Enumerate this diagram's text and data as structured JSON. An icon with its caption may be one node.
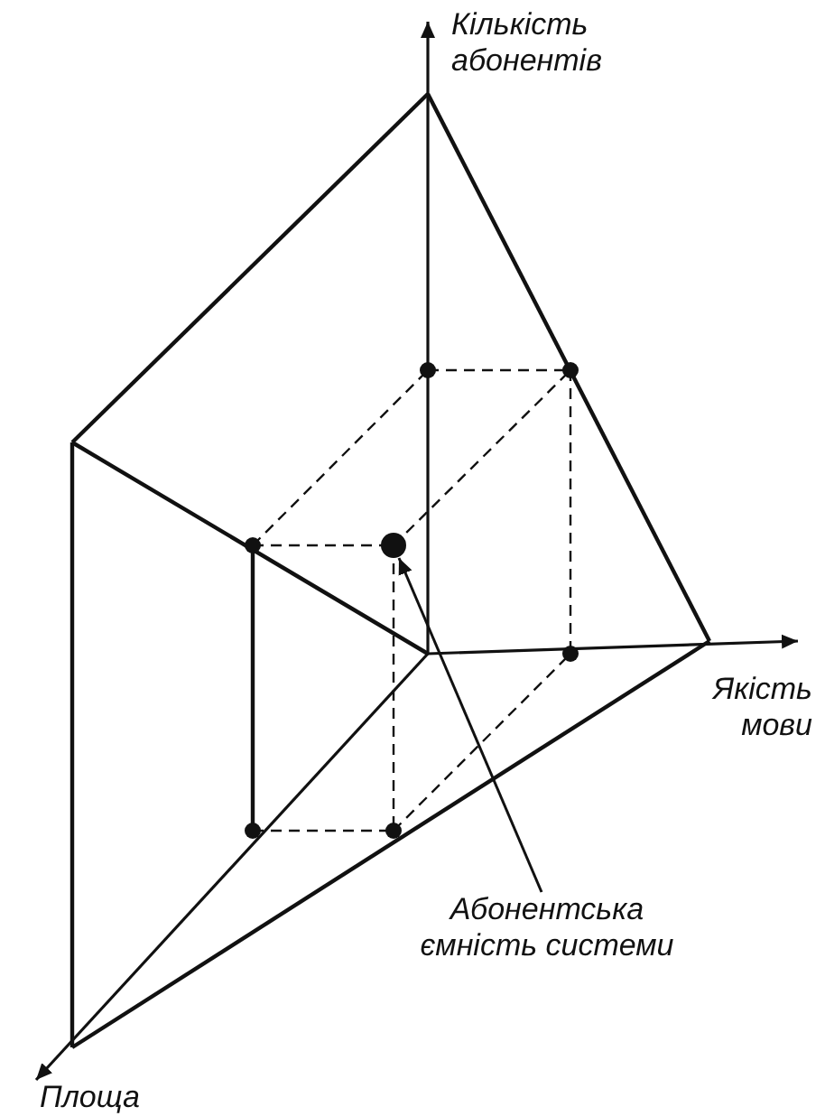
{
  "diagram": {
    "nodes": [
      {
        "text": [
          "Абонентська ємність системи"
        ]
      },
      {
        "text": [],
        "shape": "circle"
      }
    ],
    "edges": [
      {
        "from": 0,
        "to": 1,
        "arrow": "to"
      }
    ],
    "labels": [
      "Кількість абонентів",
      "Якість мови",
      "Площа"
    ]
  }
}
